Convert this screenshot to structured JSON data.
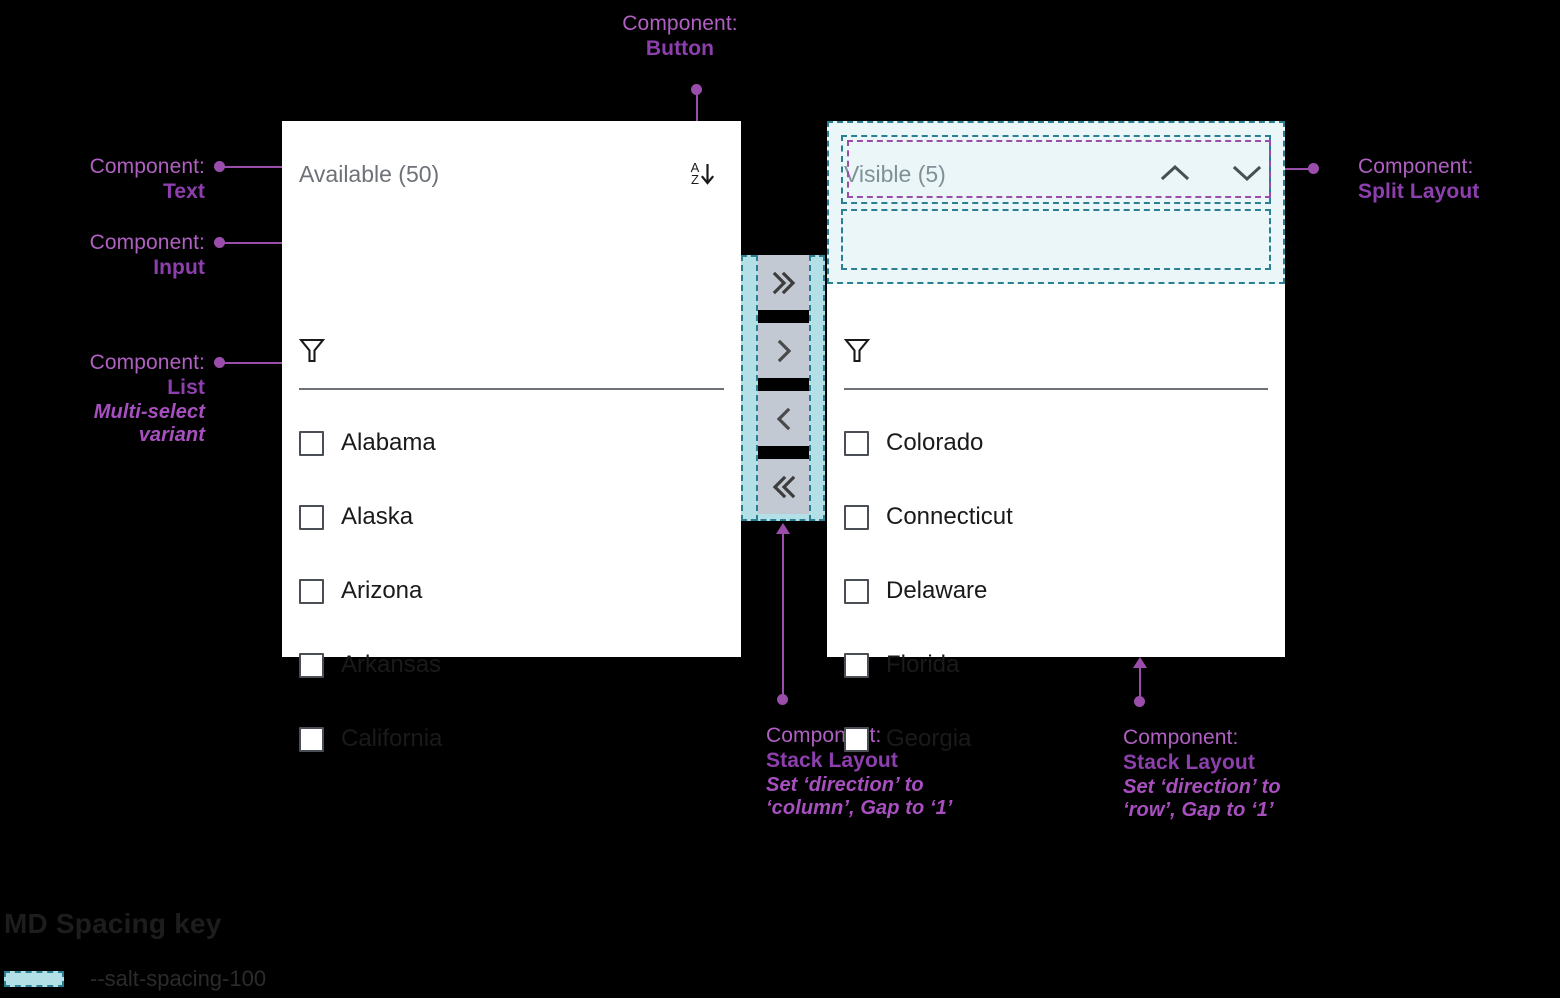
{
  "background_color": "#000000",
  "accent_purple": "#9b4dab",
  "accent_teal": "#2a7f93",
  "spacing_fill": "#b3e0e6",
  "annotations": {
    "button": {
      "kicker": "Component:",
      "name": "Button"
    },
    "text": {
      "kicker": "Component:",
      "name": "Text"
    },
    "input": {
      "kicker": "Component:",
      "name": "Input"
    },
    "list": {
      "kicker": "Component:",
      "name": "List",
      "sub_line1": "Multi-select",
      "sub_line2": "variant"
    },
    "split_layout": {
      "kicker": "Component:",
      "name": "Split Layout"
    },
    "stack_column": {
      "kicker": "Component:",
      "name": "Stack Layout",
      "sub_line1": "Set ‘direction’ to",
      "sub_line2": "‘column’, Gap to ‘1’"
    },
    "stack_row": {
      "kicker": "Component:",
      "name": "Stack Layout",
      "sub_line1": "Set ‘direction’ to",
      "sub_line2": "‘row’, Gap to ‘1’"
    }
  },
  "available_panel": {
    "title": "Available (50)",
    "sort_icon": "sort-az-descending-icon",
    "sort_letter_top": "A",
    "sort_letter_bottom": "Z",
    "filter_icon": "filter-funnel-icon",
    "filter_value": "",
    "filter_placeholder": "",
    "items": [
      {
        "label": "Alabama",
        "checked": false
      },
      {
        "label": "Alaska",
        "checked": false
      },
      {
        "label": "Arizona",
        "checked": false
      },
      {
        "label": "Arkansas",
        "checked": false
      },
      {
        "label": "California",
        "checked": false
      }
    ]
  },
  "visible_panel": {
    "title": "Visible (5)",
    "move_up_icon": "chevron-up-icon",
    "move_down_icon": "chevron-down-icon",
    "filter_icon": "filter-funnel-icon",
    "filter_value": "",
    "filter_placeholder": "",
    "items": [
      {
        "label": "Colorado",
        "checked": false
      },
      {
        "label": "Connecticut",
        "checked": false
      },
      {
        "label": "Delaware",
        "checked": false
      },
      {
        "label": "Florida",
        "checked": false
      },
      {
        "label": "Georgia",
        "checked": false
      }
    ]
  },
  "transfer_buttons": [
    {
      "icon": "chevrons-right-icon",
      "name": "move-all-right-button"
    },
    {
      "icon": "chevron-right-icon",
      "name": "move-right-button"
    },
    {
      "icon": "chevron-left-icon",
      "name": "move-left-button"
    },
    {
      "icon": "chevrons-left-icon",
      "name": "move-all-left-button"
    }
  ],
  "legend": {
    "title": "MD Spacing key",
    "entries": [
      {
        "token": "--salt-spacing-100",
        "color": "#b3e0e6"
      }
    ]
  }
}
